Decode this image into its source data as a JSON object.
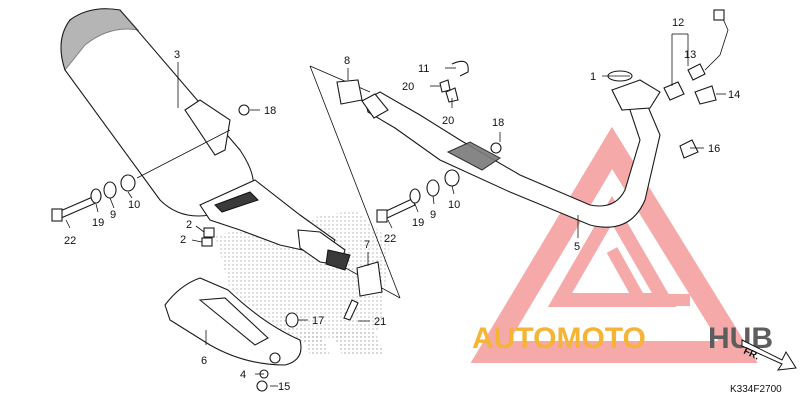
{
  "diagram": {
    "figure_code": "K334F2700",
    "direction_label": "FR.",
    "watermark": {
      "part1": "AUTOMOTO",
      "part2": "HUB"
    },
    "callouts": [
      {
        "id": "c1",
        "label": "1"
      },
      {
        "id": "c2a",
        "label": "2"
      },
      {
        "id": "c2b",
        "label": "2"
      },
      {
        "id": "c3",
        "label": "3"
      },
      {
        "id": "c4",
        "label": "4"
      },
      {
        "id": "c5",
        "label": "5"
      },
      {
        "id": "c6",
        "label": "6"
      },
      {
        "id": "c7",
        "label": "7"
      },
      {
        "id": "c8",
        "label": "8"
      },
      {
        "id": "c9a",
        "label": "9"
      },
      {
        "id": "c9b",
        "label": "9"
      },
      {
        "id": "c10a",
        "label": "10"
      },
      {
        "id": "c10b",
        "label": "10"
      },
      {
        "id": "c11",
        "label": "11"
      },
      {
        "id": "c12",
        "label": "12"
      },
      {
        "id": "c13",
        "label": "13"
      },
      {
        "id": "c14",
        "label": "14"
      },
      {
        "id": "c15",
        "label": "15"
      },
      {
        "id": "c16",
        "label": "16"
      },
      {
        "id": "c17",
        "label": "17"
      },
      {
        "id": "c18a",
        "label": "18"
      },
      {
        "id": "c18b",
        "label": "18"
      },
      {
        "id": "c19a",
        "label": "19"
      },
      {
        "id": "c19b",
        "label": "19"
      },
      {
        "id": "c20a",
        "label": "20"
      },
      {
        "id": "c20b",
        "label": "20"
      },
      {
        "id": "c21",
        "label": "21"
      },
      {
        "id": "c22a",
        "label": "22"
      },
      {
        "id": "c22b",
        "label": "22"
      }
    ],
    "colors": {
      "watermark_triangle": "#f28d8d",
      "watermark_accent": "#f6b436",
      "watermark_dark": "#5d5d5d",
      "line": "#1a1a1a"
    }
  }
}
